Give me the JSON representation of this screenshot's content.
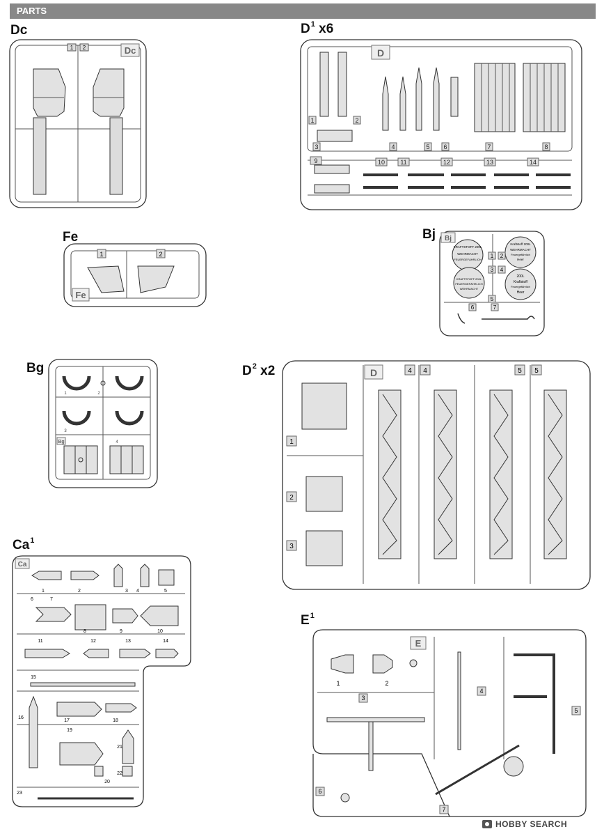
{
  "header": {
    "title": "PARTS"
  },
  "sections": {
    "dc": {
      "label": "Dc",
      "sprue_letter": "Dc",
      "parts": [
        "1",
        "2"
      ]
    },
    "d1": {
      "label": "D",
      "sup": "1",
      "qty": "x6",
      "sprue_letter": "D",
      "parts": [
        "1",
        "2",
        "3",
        "4",
        "5",
        "6",
        "7",
        "8",
        "9",
        "10",
        "11",
        "12",
        "13",
        "14"
      ]
    },
    "fe": {
      "label": "Fe",
      "sprue_letter": "Fe",
      "parts": [
        "1",
        "2"
      ]
    },
    "bj": {
      "label": "Bj",
      "sprue_letter": "Bj",
      "parts": [
        "1",
        "2",
        "3",
        "4",
        "5",
        "6",
        "7"
      ],
      "decals": {
        "d1_lines": [
          "KRAFTSTOFF 200L",
          "WEHRMACHT",
          "FEUERGEFÄHRLICH"
        ],
        "d2_lines": [
          "Kraftstoff 200L",
          "WEHRMACHT",
          "Feuergefährlich",
          "Heer"
        ],
        "d3_lines": [
          "KRAFTSTOFF 200L",
          "FEUERGEFÄHRLICH",
          "WEHRMACHT"
        ],
        "d4_lines": [
          "200L",
          "Kraftstoff",
          "Feuergefährlich",
          "Heer"
        ]
      }
    },
    "bg": {
      "label": "Bg",
      "sprue_letter": "Bg",
      "parts": [
        "1",
        "2",
        "3",
        "4"
      ]
    },
    "d2": {
      "label": "D",
      "sup": "2",
      "qty": "x2",
      "sprue_letter": "D",
      "parts": [
        "1",
        "2",
        "3",
        "4",
        "4",
        "5",
        "5"
      ]
    },
    "ca1": {
      "label": "Ca",
      "sup": "1",
      "sprue_letter": "Ca",
      "parts": [
        "1",
        "2",
        "3",
        "4",
        "5",
        "6",
        "7",
        "8",
        "9",
        "10",
        "11",
        "12",
        "13",
        "14",
        "15",
        "16",
        "17",
        "18",
        "19",
        "20",
        "21",
        "22",
        "23"
      ]
    },
    "e1": {
      "label": "E",
      "sup": "1",
      "sprue_letter": "E",
      "parts": [
        "1",
        "2",
        "3",
        "4",
        "5",
        "6",
        "7"
      ]
    }
  },
  "watermark": {
    "text": "HOBBY SEARCH"
  }
}
